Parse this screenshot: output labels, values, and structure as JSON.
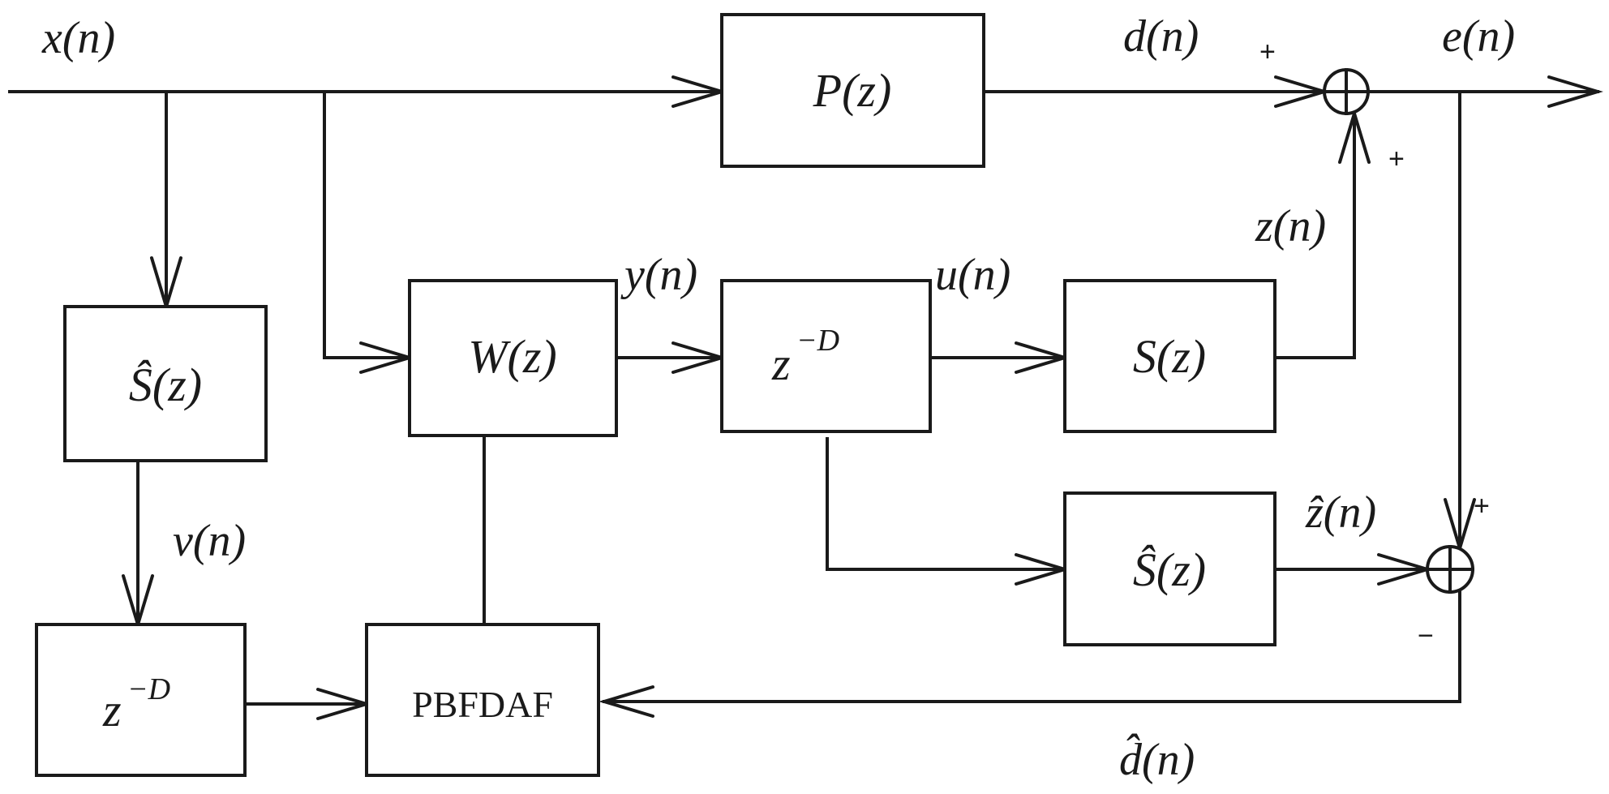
{
  "signals": {
    "x": "x(n)",
    "d": "d(n)",
    "e": "e(n)",
    "y": "y(n)",
    "u": "u(n)",
    "z": "z(n)",
    "v": "v(n)",
    "zhat": "ẑ(n)",
    "dhat": "d̂(n)"
  },
  "blocks": {
    "p": "P(z)",
    "s_hat_left": "Ŝ(z)",
    "w": "W(z)",
    "delay_top": "z",
    "delay_top_exp": "−D",
    "s": "S(z)",
    "s_hat_right": "Ŝ(z)",
    "delay_bottom": "z",
    "delay_bottom_exp": "−D",
    "pbfdaf": "PBFDAF"
  },
  "signs": {
    "sum1_left": "+",
    "sum1_bottom": "+",
    "sum2_top": "+",
    "sum2_bottom": "−"
  }
}
